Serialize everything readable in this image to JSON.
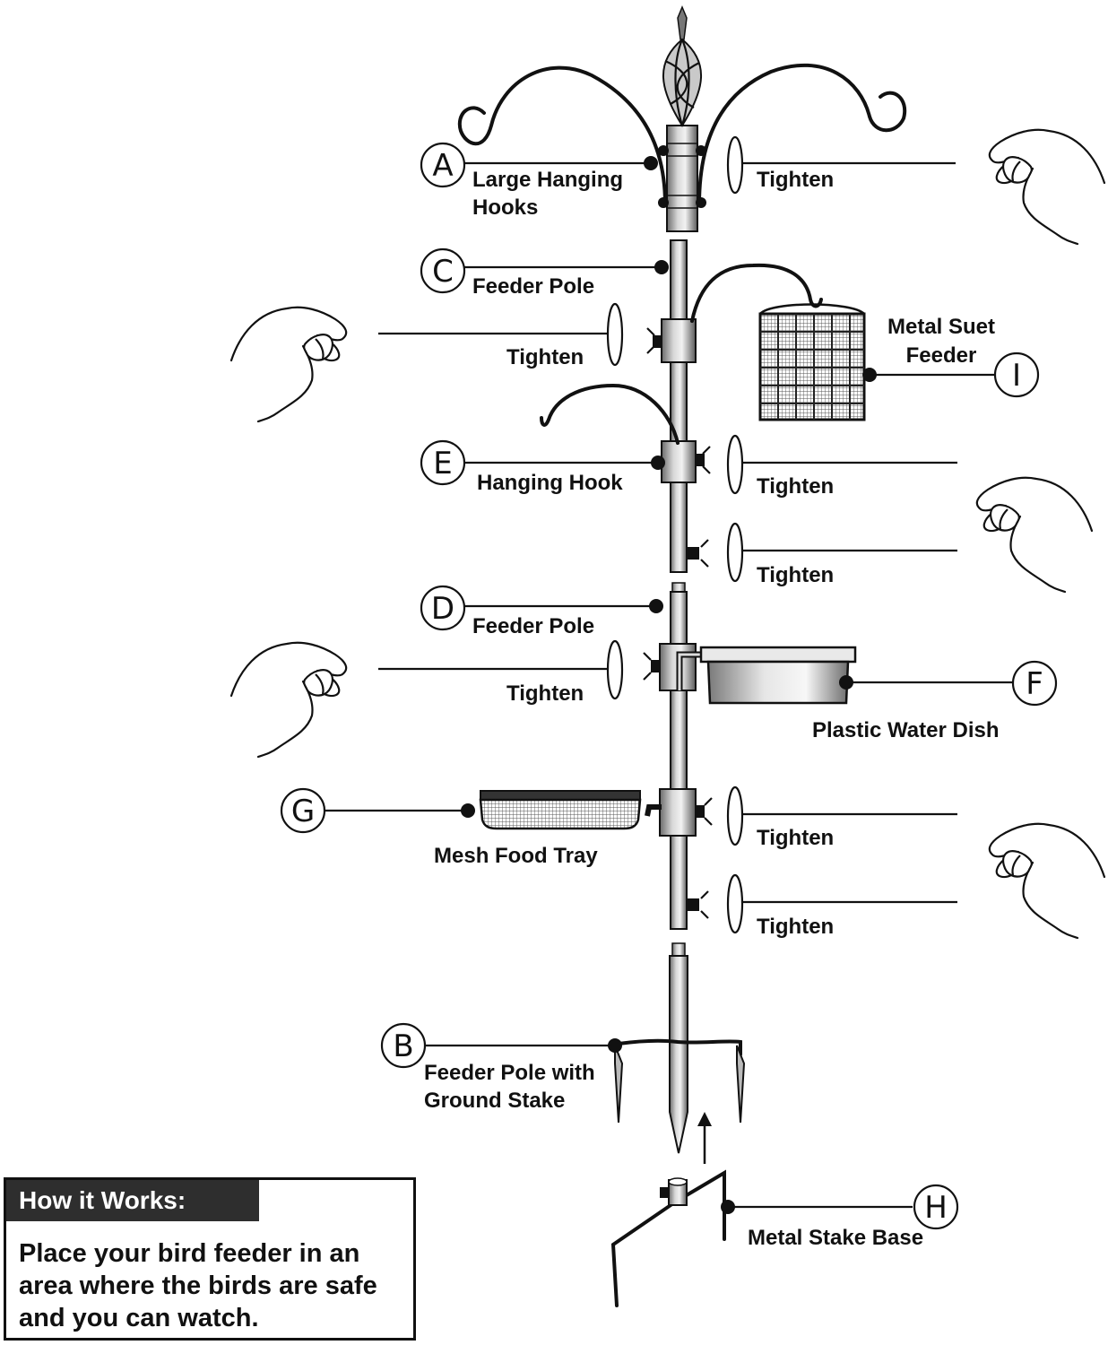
{
  "labels": {
    "large_hanging_hooks_1": "Large Hanging",
    "large_hanging_hooks_2": "Hooks",
    "feeder_pole_c": "Feeder Pole",
    "metal_suet_feeder_1": "Metal Suet",
    "metal_suet_feeder_2": "Feeder",
    "hanging_hook": "Hanging Hook",
    "feeder_pole_d": "Feeder Pole",
    "plastic_water_dish": "Plastic Water Dish",
    "mesh_food_tray": "Mesh Food Tray",
    "feeder_pole_ground_1": "Feeder Pole with",
    "feeder_pole_ground_2": "Ground Stake",
    "metal_stake_base": "Metal Stake Base",
    "tighten": "Tighten"
  },
  "markers": {
    "a": "A",
    "b": "B",
    "c": "C",
    "d": "D",
    "e": "E",
    "f": "F",
    "g": "G",
    "h": "H",
    "i": "I"
  },
  "info": {
    "heading": "How it Works:",
    "body": "Place your bird feeder in  an area where the birds  are safe and you can watch."
  },
  "colors": {
    "ink": "#111111",
    "header_bg": "#2e2e2e"
  }
}
